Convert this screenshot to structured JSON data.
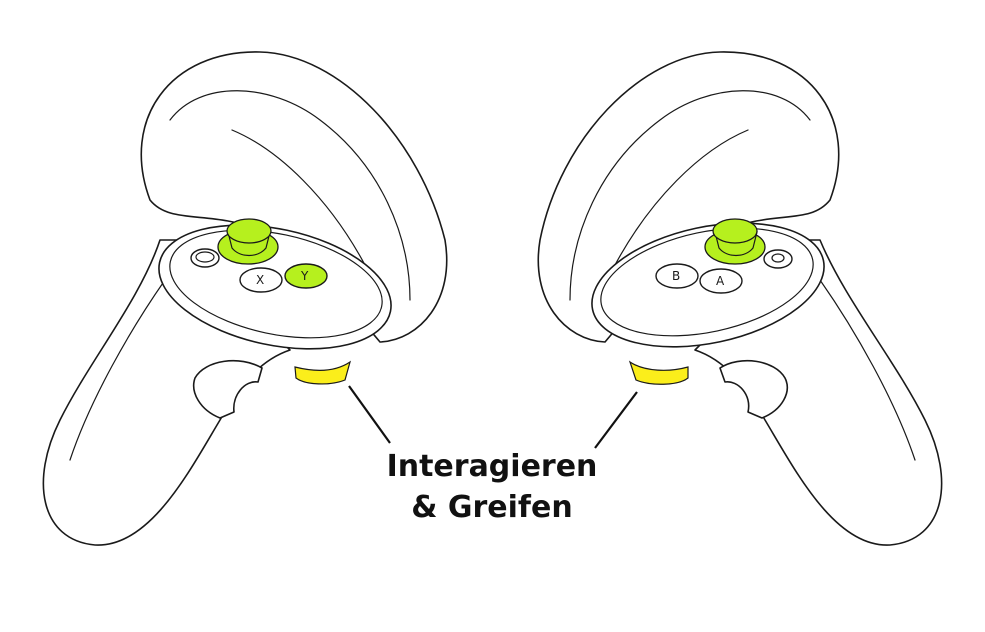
{
  "caption": {
    "line1": "Interagieren",
    "line2": "& Greifen"
  },
  "left_controller": {
    "buttons": [
      "X",
      "Y"
    ]
  },
  "right_controller": {
    "buttons": [
      "B",
      "A"
    ]
  },
  "colors": {
    "thumbstick_highlight": "#b6f01e",
    "grip_highlight": "#fbee1b",
    "outline": "#1a1a1a",
    "background": "#ffffff"
  },
  "icons": {
    "left_system_button": "menu-icon",
    "right_system_button": "oculus-icon"
  }
}
